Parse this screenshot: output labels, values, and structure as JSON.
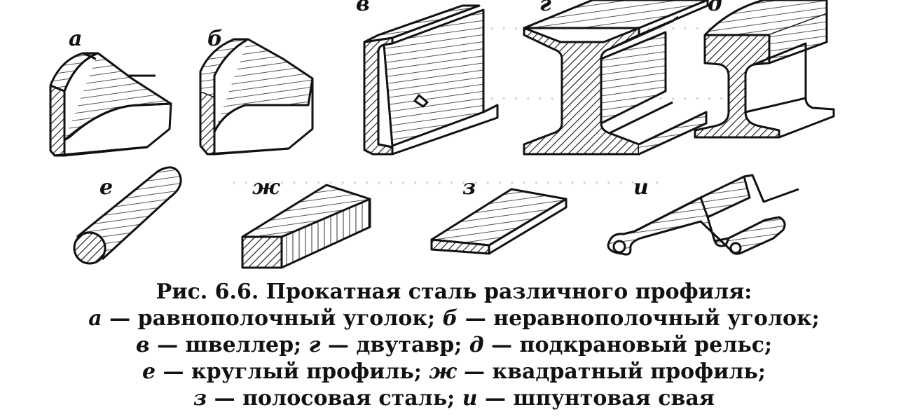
{
  "labels": {
    "a": "а",
    "b": "б",
    "v": "в",
    "g": "г",
    "d": "д",
    "e": "е",
    "zh": "ж",
    "z": "з",
    "i": "и"
  },
  "caption": {
    "title": "Рис. 6.6. Прокатная сталь различного профиля:",
    "line1": {
      "k1": "а",
      "t1": " — равнополочный уголок; ",
      "k2": "б",
      "t2": " — неравнополочный уголок;"
    },
    "line2": {
      "k1": "в",
      "t1": " — швеллер; ",
      "k2": "г",
      "t2": " — двутавр; ",
      "k3": "д",
      "t3": " — подкрановый рельс;"
    },
    "line3": {
      "k1": "е",
      "t1": " — круглый профиль; ",
      "k2": "ж",
      "t2": " — квадратный профиль;"
    },
    "line4": {
      "k1": "з",
      "t1": " — полосовая сталь; ",
      "k2": "и",
      "t2": " — шпунтовая свая"
    }
  },
  "colors": {
    "ink": "#111111",
    "bleed": "#cfcfcf"
  }
}
